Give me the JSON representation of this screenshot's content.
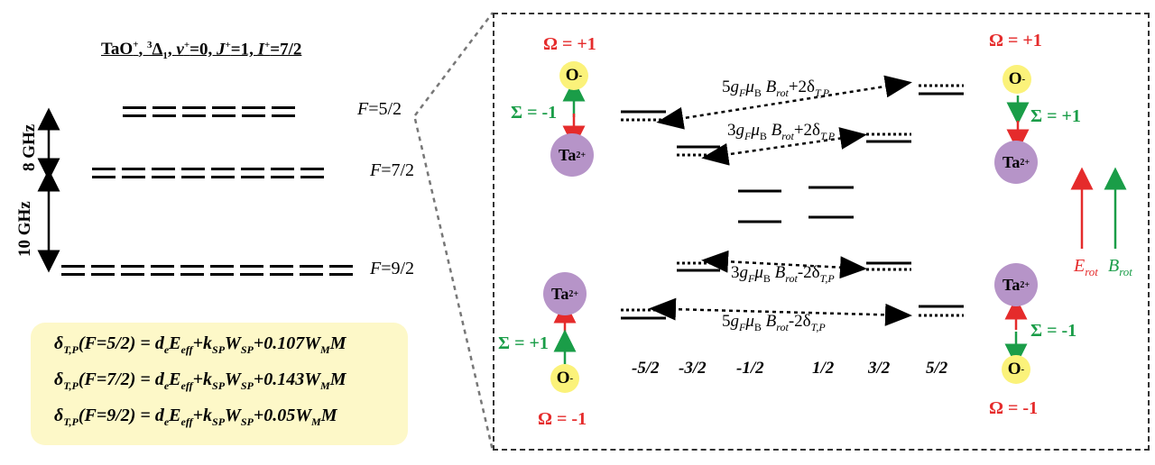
{
  "left_panel": {
    "title": {
      "molecule": "TaO+",
      "state": "3Δ1",
      "v": "v+=0",
      "j": "J+=1",
      "i": "I+=7/2",
      "full": "TaO+, 3Δ1, v+=0, J+=1, I+=7/2"
    },
    "hyperfine_levels": [
      {
        "label": "F=5/2",
        "sublevels": 6
      },
      {
        "label": "F=7/2",
        "sublevels": 8
      },
      {
        "label": "F=9/2",
        "sublevels": 10
      }
    ],
    "spacings": [
      {
        "label": "8 GHz"
      },
      {
        "label": "10 GHz"
      }
    ],
    "formulas": [
      {
        "lhs_sub": "T,P",
        "F": "F=5/2",
        "coef": "0.107"
      },
      {
        "lhs_sub": "T,P",
        "F": "F=7/2",
        "coef": "0.143"
      },
      {
        "lhs_sub": "T,P",
        "F": "F=9/2",
        "coef": "0.05"
      }
    ]
  },
  "right_panel": {
    "mF_labels": [
      "-5/2",
      "-3/2",
      "-1/2",
      "1/2",
      "3/2",
      "5/2"
    ],
    "transitions": [
      {
        "coef": "5",
        "sign": "+"
      },
      {
        "coef": "3",
        "sign": "+"
      },
      {
        "coef": "3",
        "sign": "-"
      },
      {
        "coef": "5",
        "sign": "-"
      }
    ],
    "molecules": [
      {
        "position": "top-left",
        "omega": "Ω = +1",
        "sigma": "Σ = -1"
      },
      {
        "position": "bottom-left",
        "omega": "Ω = -1",
        "sigma": "Σ = +1"
      },
      {
        "position": "top-right",
        "omega": "Ω = +1",
        "sigma": "Σ = +1"
      },
      {
        "position": "bottom-right",
        "omega": "Ω = -1",
        "sigma": "Σ = -1"
      }
    ],
    "atoms": {
      "oxygen": "O",
      "oxygen_charge": "-",
      "tantalum": "Ta",
      "tantalum_charge": "2+"
    },
    "fields": [
      {
        "name": "E",
        "sub": "rot",
        "color": "#e52b2b"
      },
      {
        "name": "B",
        "sub": "rot",
        "color": "#1a9d48"
      }
    ]
  },
  "colors": {
    "red": "#e52b2b",
    "green": "#1a9d48",
    "purple": "#b694c8",
    "yellow": "#fbf27a",
    "formula_bg": "#fdf8c8"
  }
}
